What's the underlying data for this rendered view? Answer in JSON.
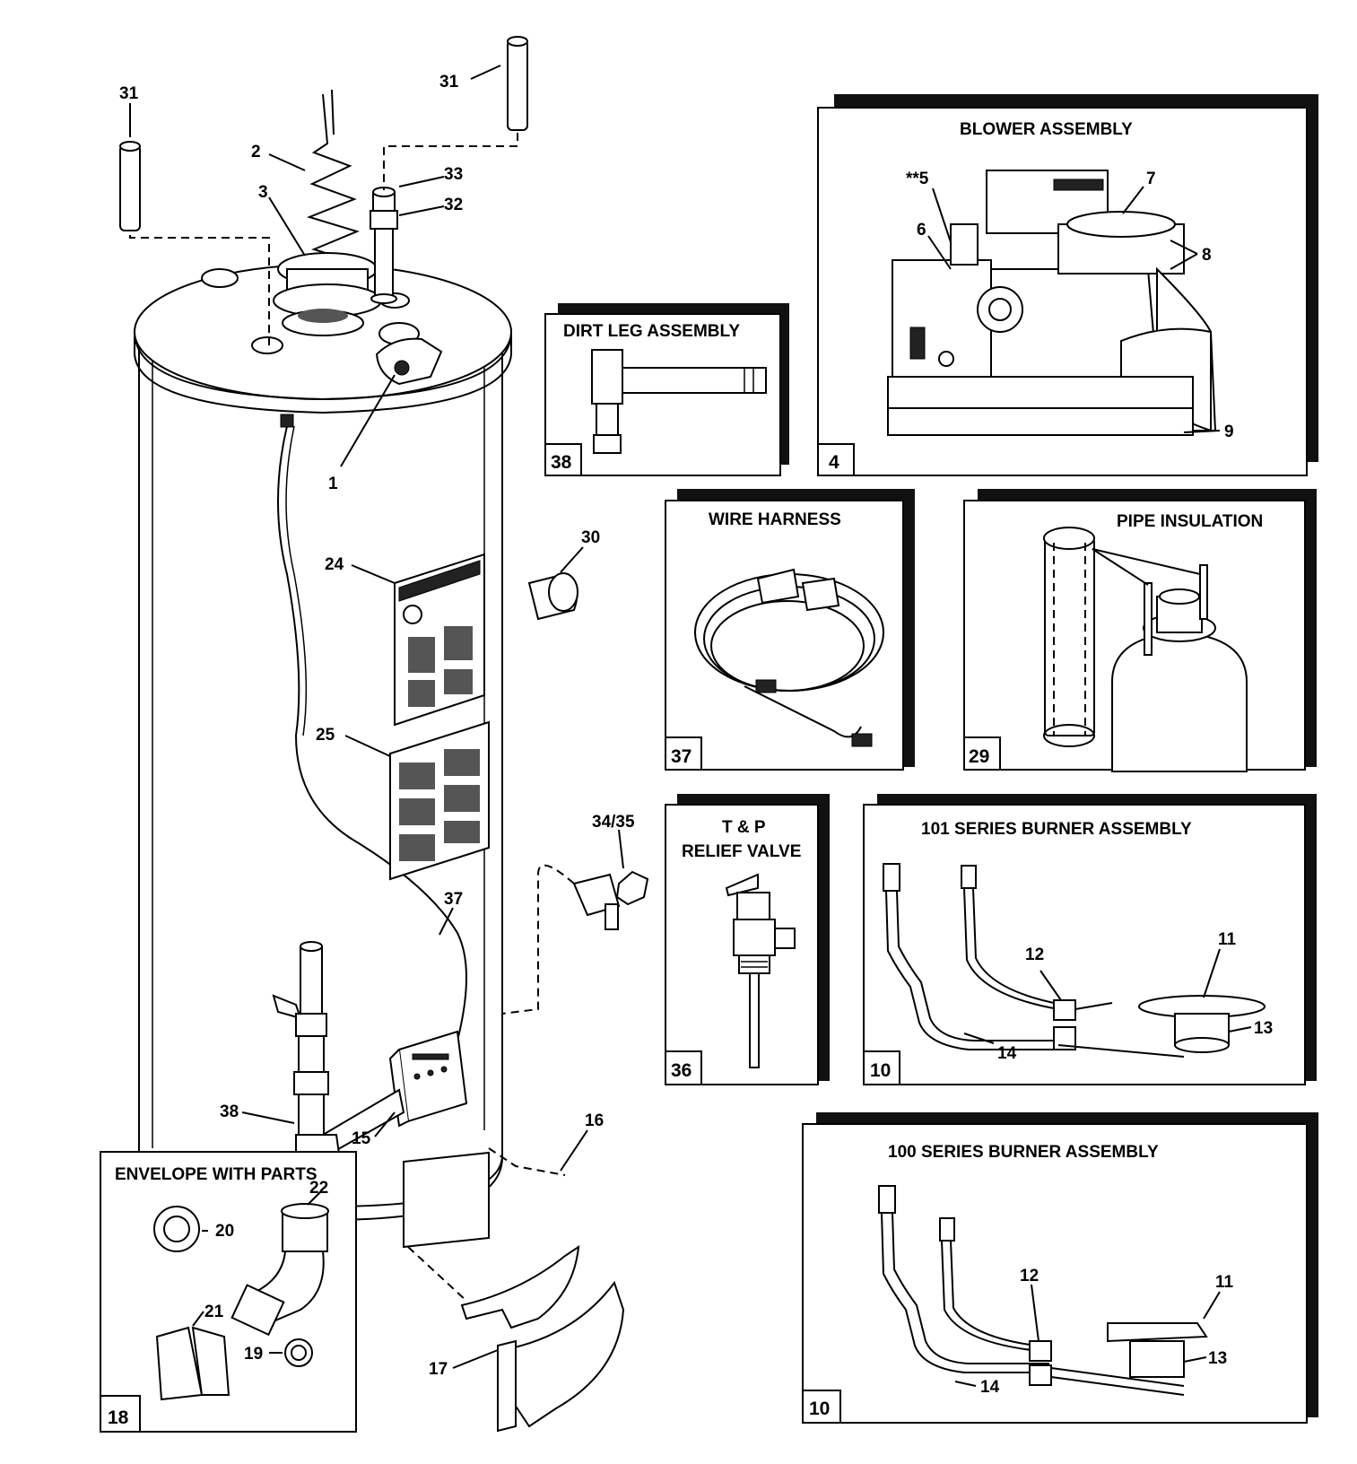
{
  "colors": {
    "ink": "#000000",
    "paper": "#ffffff",
    "shadow": "#111111"
  },
  "callouts": {
    "c1": "1",
    "c2": "2",
    "c3": "3",
    "c15": "15",
    "c16": "16",
    "c17": "17",
    "c24": "24",
    "c25": "25",
    "c30": "30",
    "c31a": "31",
    "c31b": "31",
    "c32": "32",
    "c33": "33",
    "c34_35": "34/35",
    "c37": "37",
    "c38": "38"
  },
  "panels": {
    "blower": {
      "title": "BLOWER ASSEMBLY",
      "number": "4",
      "labels": {
        "l5": "**5",
        "l6": "6",
        "l7": "7",
        "l8": "8",
        "l9": "9"
      }
    },
    "dirtleg": {
      "title": "DIRT LEG ASSEMBLY",
      "number": "38"
    },
    "wire": {
      "title": "WIRE HARNESS",
      "number": "37"
    },
    "pipe": {
      "title": "PIPE INSULATION",
      "number": "29"
    },
    "tp": {
      "title_line1": "T & P",
      "title_line2": "RELIEF VALVE",
      "number": "36"
    },
    "burner101": {
      "title": "101 SERIES BURNER ASSEMBLY",
      "number": "10",
      "labels": {
        "l11": "11",
        "l12": "12",
        "l13": "13",
        "l14": "14"
      }
    },
    "burner100": {
      "title": "100 SERIES BURNER ASSEMBLY",
      "number": "10",
      "labels": {
        "l11": "11",
        "l12": "12",
        "l13": "13",
        "l14": "14"
      }
    },
    "envelope": {
      "title": "ENVELOPE WITH PARTS",
      "number": "18",
      "labels": {
        "l19": "19",
        "l20": "20",
        "l21": "21",
        "l22": "22"
      }
    }
  }
}
